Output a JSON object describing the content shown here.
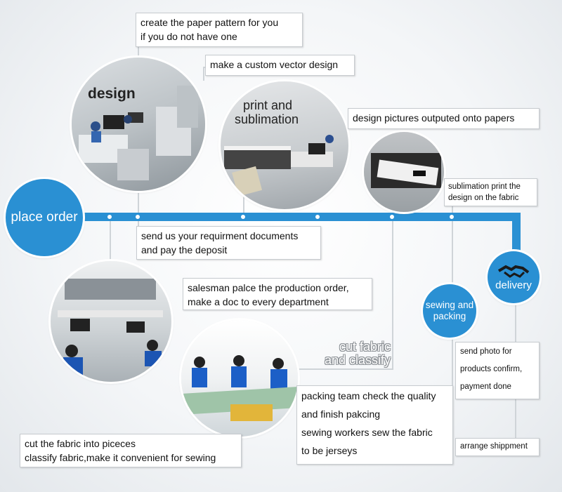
{
  "nodes": {
    "place_order": "place order",
    "delivery": "delivery",
    "sewing_packing_1": "sewing and",
    "sewing_packing_2": "packing",
    "cut_fabric_1": "cut fabric",
    "cut_fabric_2": "and classify"
  },
  "photo_labels": {
    "design": "design",
    "print_1": "print and",
    "print_2": "sublimation"
  },
  "boxes": {
    "paper_pattern": [
      "create the paper pattern for you",
      "if you do not have one"
    ],
    "vector_design": [
      "make a custom vector design"
    ],
    "design_pictures": [
      "design pictures outputed onto papers"
    ],
    "sublimation_print": [
      "sublimation print the",
      "design on the fabric"
    ],
    "send_docs": [
      "send us your requirment documents",
      "and pay the deposit"
    ],
    "salesman": [
      "salesman palce the production order,",
      "make a doc to every department"
    ],
    "send_photo": [
      "send photo for",
      "products confirm,",
      "payment done"
    ],
    "arrange": [
      "arrange shippment"
    ],
    "packing_team": [
      "packing team check the quality",
      "and finish pakcing",
      "sewing workers sew the fabric",
      "to be jerseys"
    ],
    "cut_into_pieces": [
      "cut the fabric into piceces",
      "classify fabric,make it convenient for sewing"
    ]
  },
  "colors": {
    "accent_blue": "#2a90d3",
    "connector_gray": "#cfd4d8"
  },
  "icons": [
    "handshake-icon"
  ]
}
